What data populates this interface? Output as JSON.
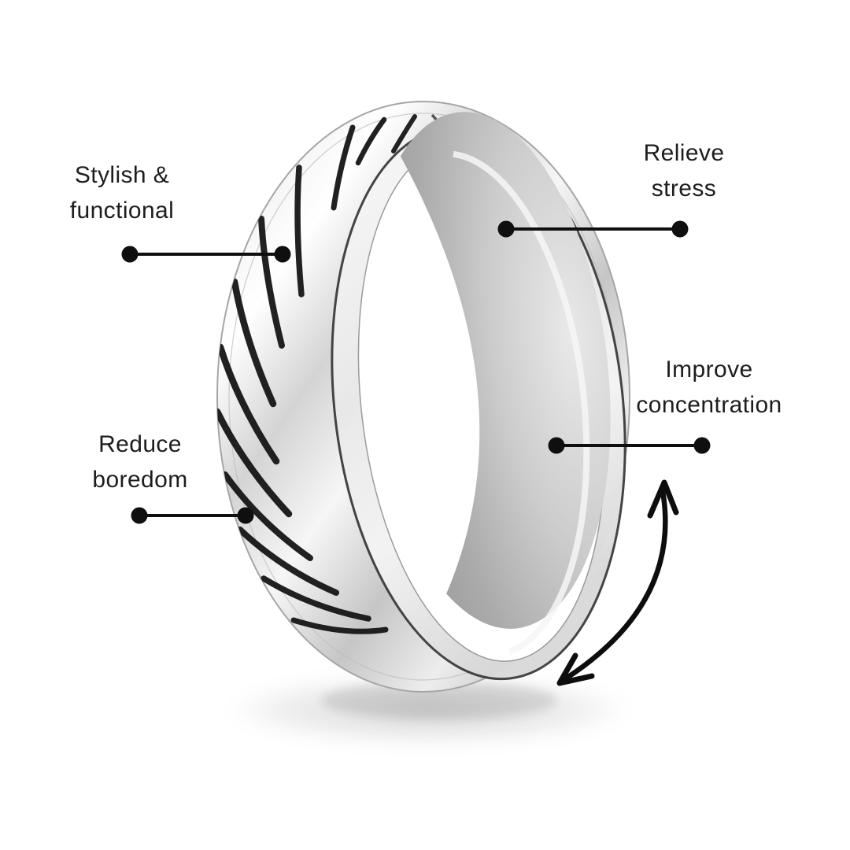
{
  "figure": {
    "subject": "spinner-ring",
    "spin_arrow_icon": "curved-double-headed-arrow",
    "connector_dot_icon": "filled-circle"
  },
  "annotations": {
    "stylish": {
      "line1": "Stylish &",
      "line2": "functional"
    },
    "relieve": {
      "line1": "Relieve",
      "line2": "stress"
    },
    "reduce": {
      "line1": "Reduce",
      "line2": "boredom"
    },
    "improve": {
      "line1": "Improve",
      "line2": "concentration"
    }
  },
  "colors": {
    "background": "#ffffff",
    "text": "#1d1d1d",
    "connector": "#0f0f0f",
    "metal_highlight": "#f7f7f7",
    "metal_mid": "#c9c9c9",
    "metal_shadow": "#9d9d9d",
    "groove": "#161616",
    "inner_wall": "#b9b9b9"
  }
}
